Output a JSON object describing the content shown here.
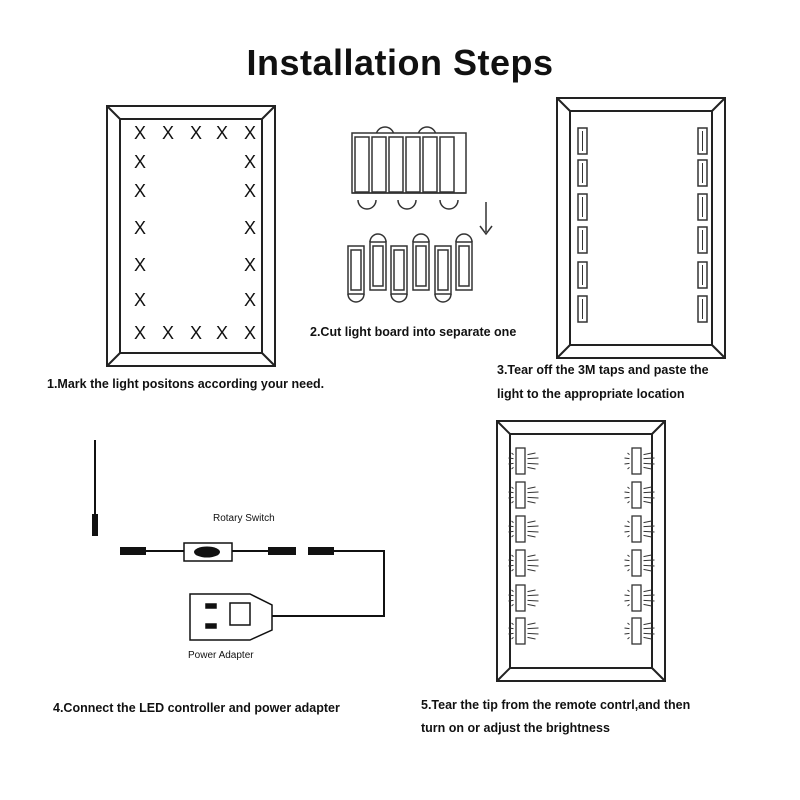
{
  "title": "Installation Steps",
  "steps": [
    {
      "caption": "1.Mark the light positons according your need."
    },
    {
      "caption": "2.Cut light board into separate one"
    },
    {
      "caption_line1": "3.Tear off the 3M taps and paste the",
      "caption_line2": "light to the appropriate location"
    },
    {
      "caption": "4.Connect the LED controller and power adapter"
    },
    {
      "caption_line1": "5.Tear the tip from the remote contrl,and then",
      "caption_line2": "turn on or adjust the brightness"
    }
  ],
  "labels": {
    "rotary_switch": "Rotary Switch",
    "power_adapter": "Power Adapter"
  },
  "marker_glyph": "X"
}
